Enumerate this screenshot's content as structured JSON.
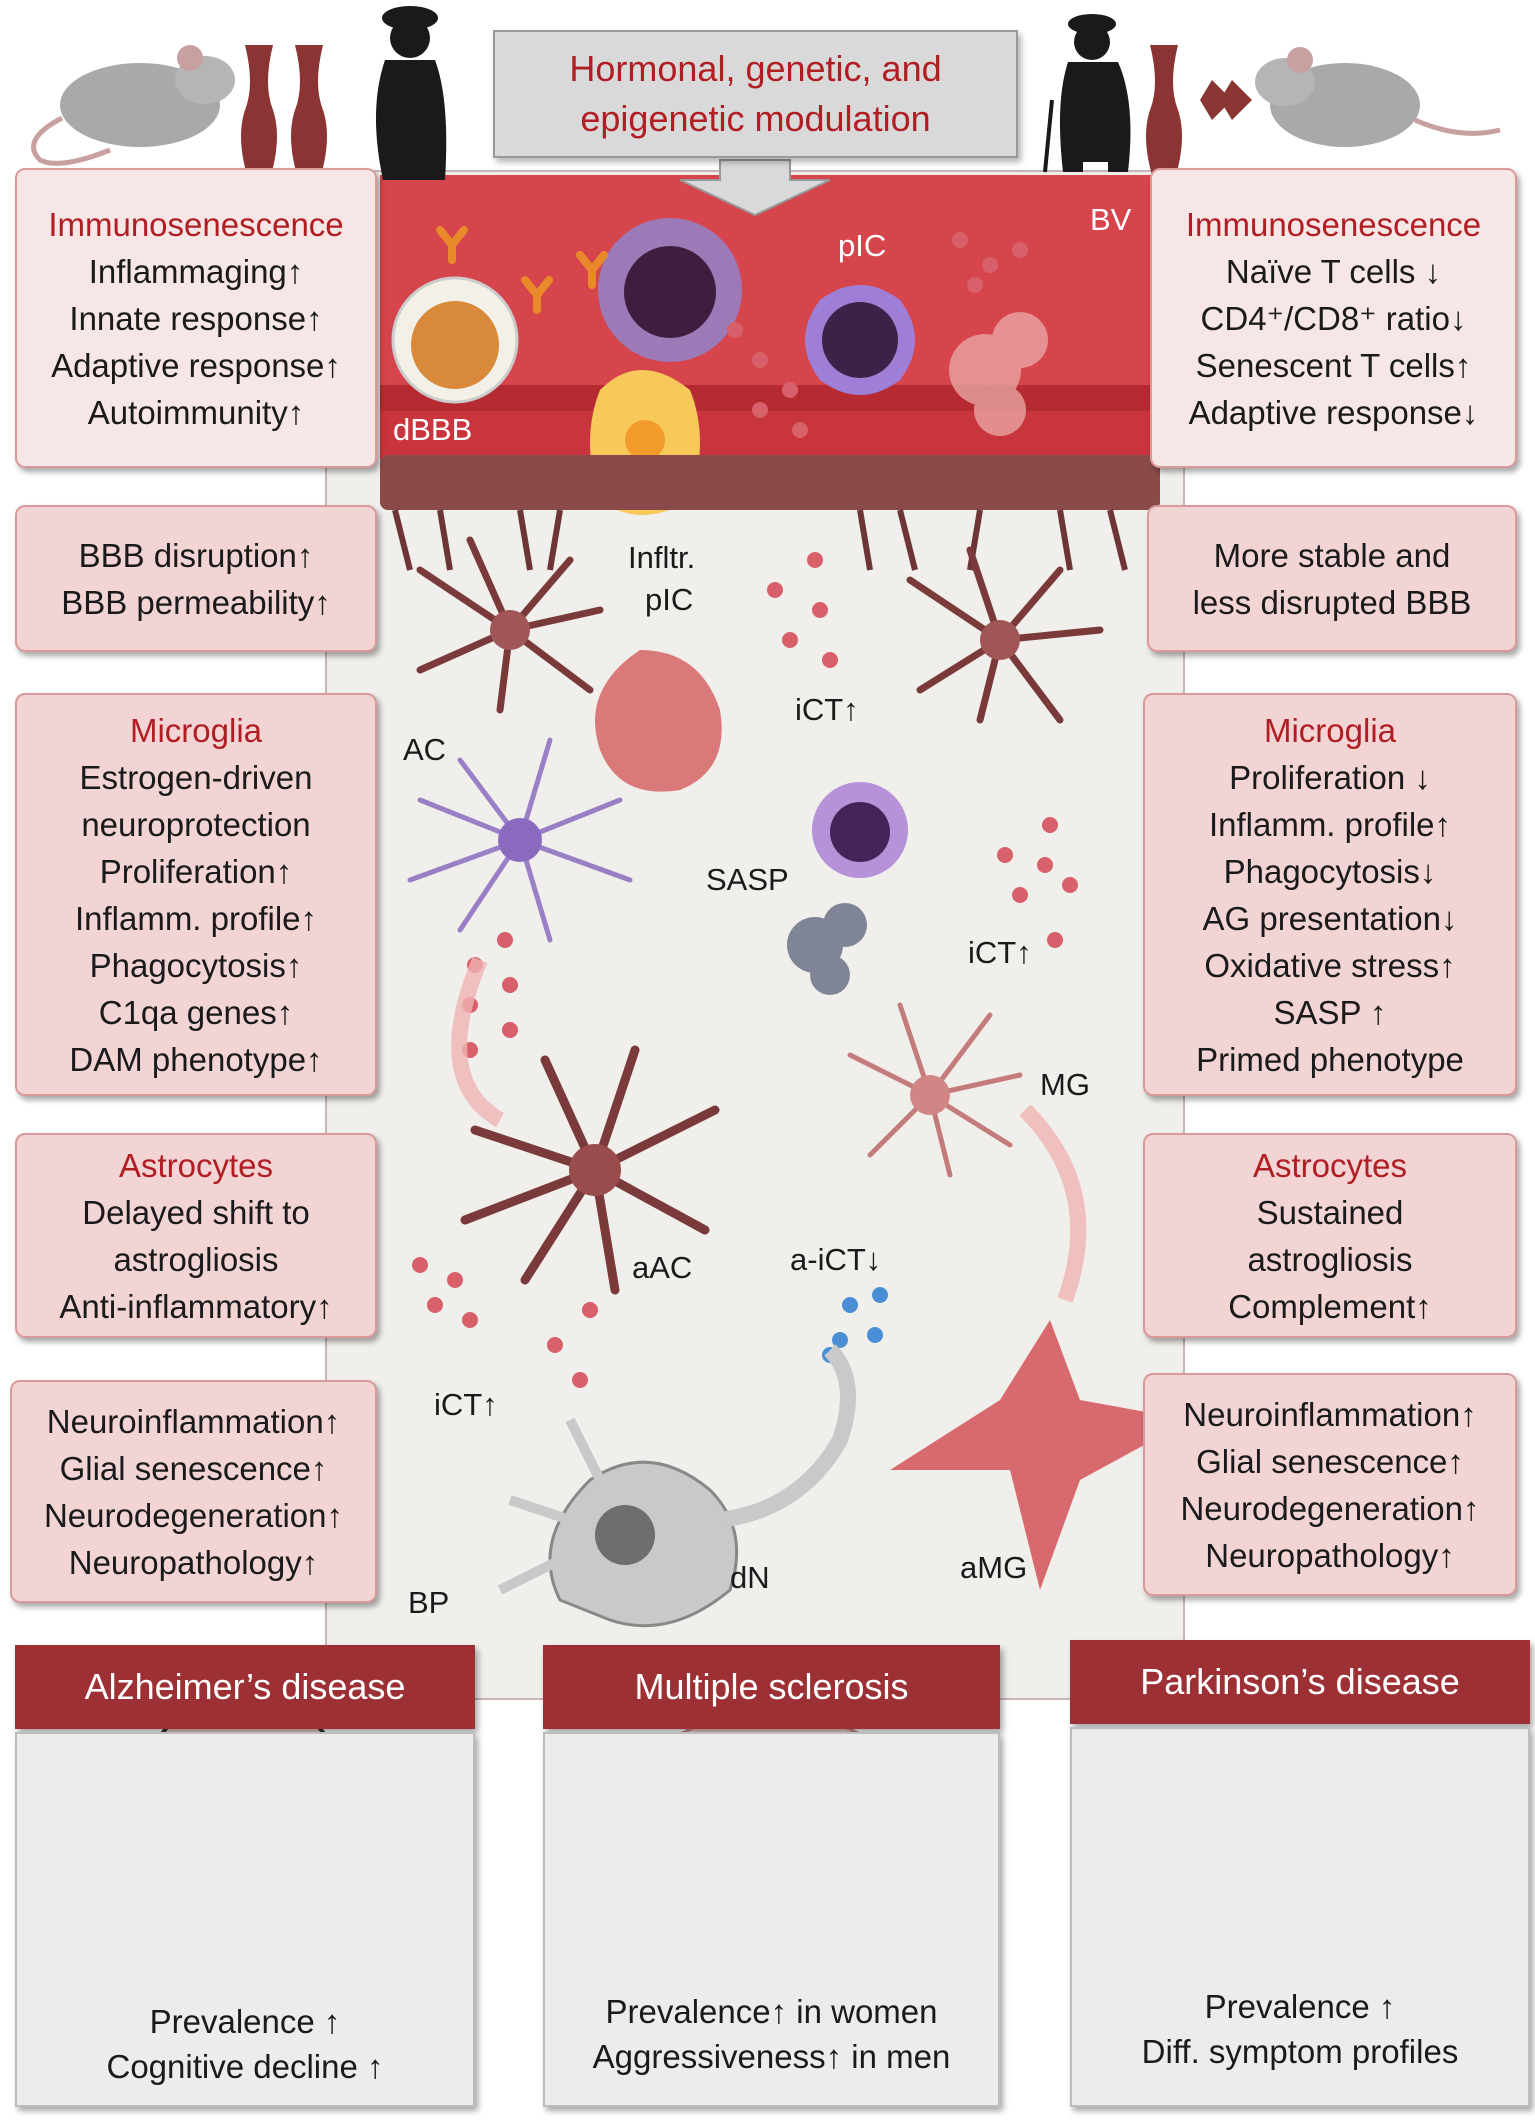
{
  "top_banner": {
    "line1": "Hormonal, genetic, and",
    "line2": "epigenetic modulation"
  },
  "vessel_labels": {
    "bv": "BV",
    "dbbb": "dBBB",
    "pic": "pIC"
  },
  "cell_labels": {
    "infltr_pic_1": "Infltr.",
    "infltr_pic_2": "pIC",
    "ict_1": "iCT↑",
    "ac": "AC",
    "sasp": "SASP",
    "ict_2": "iCT↑",
    "mg": "MG",
    "aac": "aAC",
    "a_ict": "a-iCT↓",
    "ict_3": "iCT↑",
    "bp": "BP",
    "dn": "dN",
    "amg": "aMG"
  },
  "left": {
    "immunosenescence": {
      "title": "Immunosenescence",
      "lines": [
        "Inflammaging↑",
        "Innate response↑",
        "Adaptive response↑",
        "Autoimmunity↑"
      ]
    },
    "bbb": {
      "lines": [
        "BBB disruption↑",
        "BBB permeability↑"
      ]
    },
    "microglia": {
      "title": "Microglia",
      "lines": [
        "Estrogen-driven",
        "neuroprotection",
        "Proliferation↑",
        "Inflamm. profile↑",
        "Phagocytosis↑",
        "C1qa genes↑",
        "DAM phenotype↑"
      ]
    },
    "astrocytes": {
      "title": "Astrocytes",
      "lines": [
        "Delayed shift to",
        "astrogliosis",
        "Anti-inflammatory↑"
      ]
    },
    "outcomes": {
      "lines": [
        "Neuroinflammation↑",
        "Glial senescence↑",
        "Neurodegeneration↑",
        "Neuropathology↑"
      ]
    }
  },
  "right": {
    "immunosenescence": {
      "title": "Immunosenescence",
      "lines": [
        "Naïve T cells ↓",
        "CD4⁺/CD8⁺ ratio↓",
        "Senescent T cells↑",
        "Adaptive response↓"
      ]
    },
    "bbb": {
      "lines": [
        "More stable and",
        "less disrupted BBB"
      ]
    },
    "microglia": {
      "title": "Microglia",
      "lines": [
        "Proliferation ↓",
        "Inflamm. profile↑",
        "Phagocytosis↓",
        "AG presentation↓",
        "Oxidative stress↑",
        "SASP ↑",
        "Primed phenotype"
      ]
    },
    "astrocytes": {
      "title": "Astrocytes",
      "lines": [
        "Sustained",
        "astrogliosis",
        "Complement↑"
      ]
    },
    "outcomes": {
      "lines": [
        "Neuroinflammation↑",
        "Glial senescence↑",
        "Neurodegeneration↑",
        "Neuropathology↑"
      ]
    }
  },
  "diseases": [
    {
      "name": "Alzheimer’s disease",
      "lines": [
        "Prevalence ↑",
        "Cognitive decline ↑"
      ]
    },
    {
      "name": "Multiple sclerosis",
      "lines": [
        "Prevalence↑ in women",
        "Aggressiveness↑ in men"
      ]
    },
    {
      "name": "Parkinson’s disease",
      "lines": [
        "Prevalence ↑",
        "Diff. symptom profiles"
      ]
    }
  ],
  "colors": {
    "accent_red": "#b01e24",
    "header_red": "#9c3035",
    "box_pink": "#f2d4d4",
    "vessel_red": "#c8353c"
  }
}
